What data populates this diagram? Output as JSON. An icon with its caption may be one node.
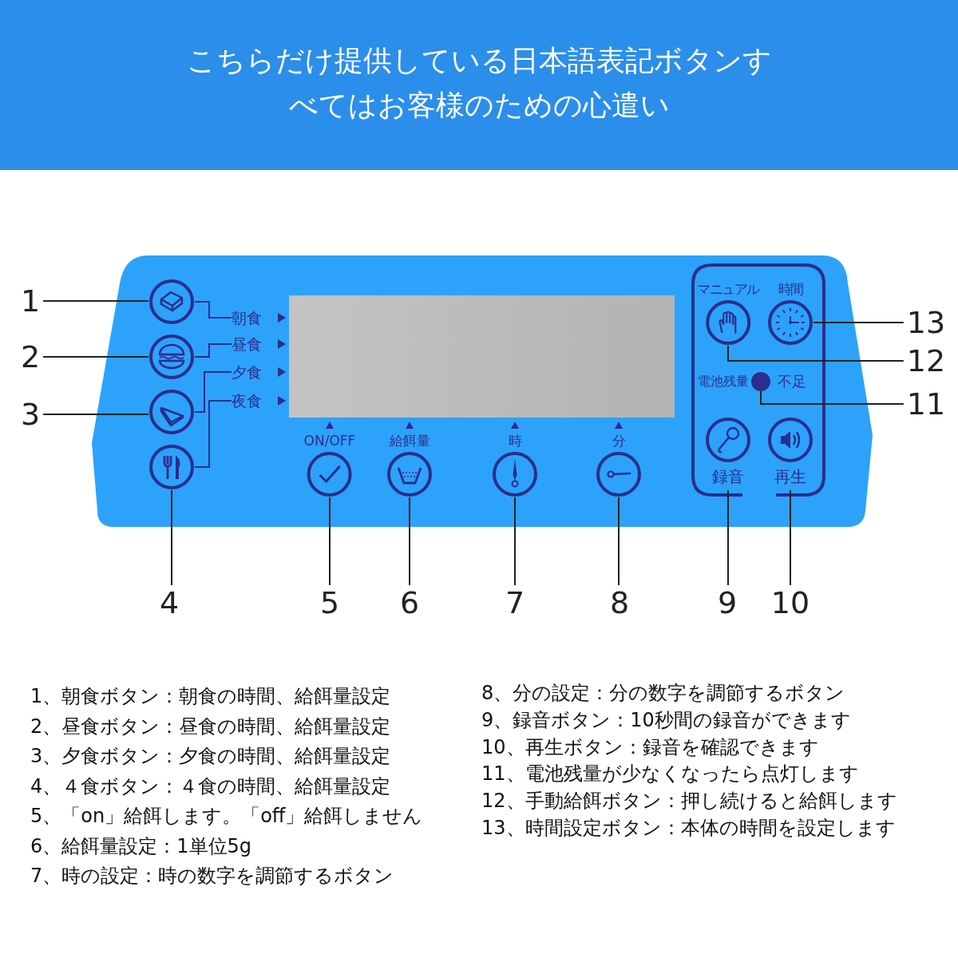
{
  "diagram": {
    "title": "こちらだけ提供している日本語表記ボタンすべてはお客様のための心遣い",
    "nodes": [
      {
        "text": [
          "1"
        ]
      },
      {
        "text": [],
        "shape": "circle"
      },
      {
        "text": [
          "朝食"
        ]
      },
      {
        "text": [
          "2"
        ]
      },
      {
        "text": [],
        "shape": "circle"
      },
      {
        "text": [
          "昼食"
        ]
      },
      {
        "text": [
          "3"
        ]
      },
      {
        "text": [],
        "shape": "circle"
      },
      {
        "text": [
          "夕食"
        ]
      },
      {
        "text": [],
        "shape": "circle"
      },
      {
        "text": [
          "夜食"
        ]
      },
      {
        "text": [
          "ON/OFF"
        ]
      },
      {
        "text": [
          "給餌量"
        ]
      },
      {
        "text": [
          "時"
        ]
      },
      {
        "text": [
          "分"
        ]
      },
      {
        "text": [
          "マニュアル"
        ]
      },
      {
        "text": [
          "時間"
        ]
      },
      {
        "text": [
          "電池残量",
          "不足"
        ]
      },
      {
        "text": [
          "録音"
        ]
      },
      {
        "text": [
          "再生"
        ]
      },
      {
        "text": [
          "13"
        ]
      },
      {
        "text": [
          "12"
        ]
      },
      {
        "text": [
          "11"
        ]
      },
      {
        "text": [
          "4"
        ]
      },
      {
        "text": [
          "5"
        ]
      },
      {
        "text": [
          "6"
        ]
      },
      {
        "text": [
          "7"
        ]
      },
      {
        "text": [
          "8"
        ]
      },
      {
        "text": [
          "9"
        ]
      },
      {
        "text": [
          "10"
        ]
      }
    ],
    "edges": [
      {
        "from": 0,
        "to": 1,
        "arrow": "none"
      },
      {
        "from": 1,
        "to": 2,
        "arrow": "none",
        "color": "#2a2e8c"
      },
      {
        "from": 3,
        "to": 4,
        "arrow": "none"
      },
      {
        "from": 4,
        "to": 5,
        "arrow": "none",
        "color": "#2a2e8c"
      },
      {
        "from": 6,
        "to": 7,
        "arrow": "none"
      },
      {
        "from": 7,
        "to": 8,
        "arrow": "none",
        "color": "#2a2e8c"
      },
      {
        "from": 9,
        "to": 10,
        "arrow": "none",
        "color": "#2a2e8c"
      },
      {
        "from": 23,
        "to": 9,
        "arrow": "none"
      },
      {
        "from": 24,
        "to": 11,
        "arrow": "none"
      },
      {
        "from": 25,
        "to": 12,
        "arrow": "none"
      },
      {
        "from": 26,
        "to": 13,
        "arrow": "none"
      },
      {
        "from": 27,
        "to": 14,
        "arrow": "none"
      },
      {
        "from": 28,
        "to": 18,
        "arrow": "none"
      },
      {
        "from": 29,
        "to": 19,
        "arrow": "none"
      },
      {
        "from": 20,
        "to": 16,
        "arrow": "none"
      },
      {
        "from": 21,
        "to": 15,
        "arrow": "none"
      },
      {
        "from": 22,
        "to": 17,
        "arrow": "none"
      }
    ],
    "labels": [
      "1、朝食ボタン：朝食の時間、給餌量設定",
      "2、昼食ボタン：昼食の時間、給餌量設定",
      "3、夕食ボタン：夕食の時間、給餌量設定",
      "4、４食ボタン：４食の時間、給餌量設定",
      "5、「on」給餌します。「off」給餌しません",
      "6、給餌量設定：1単位5g",
      "7、時の設定：時の数字を調節するボタン",
      "8、分の設定：分の数字を調節するボタン",
      "9、録音ボタン：10秒間の録音ができます",
      "10、再生ボタン：録音を確認できます",
      "11、電池残量が少なくなったら点灯します",
      "12、手動給餌ボタン：押し続けると給餌します",
      "13、時間設定ボタン：本体の時間を設定します"
    ]
  }
}
